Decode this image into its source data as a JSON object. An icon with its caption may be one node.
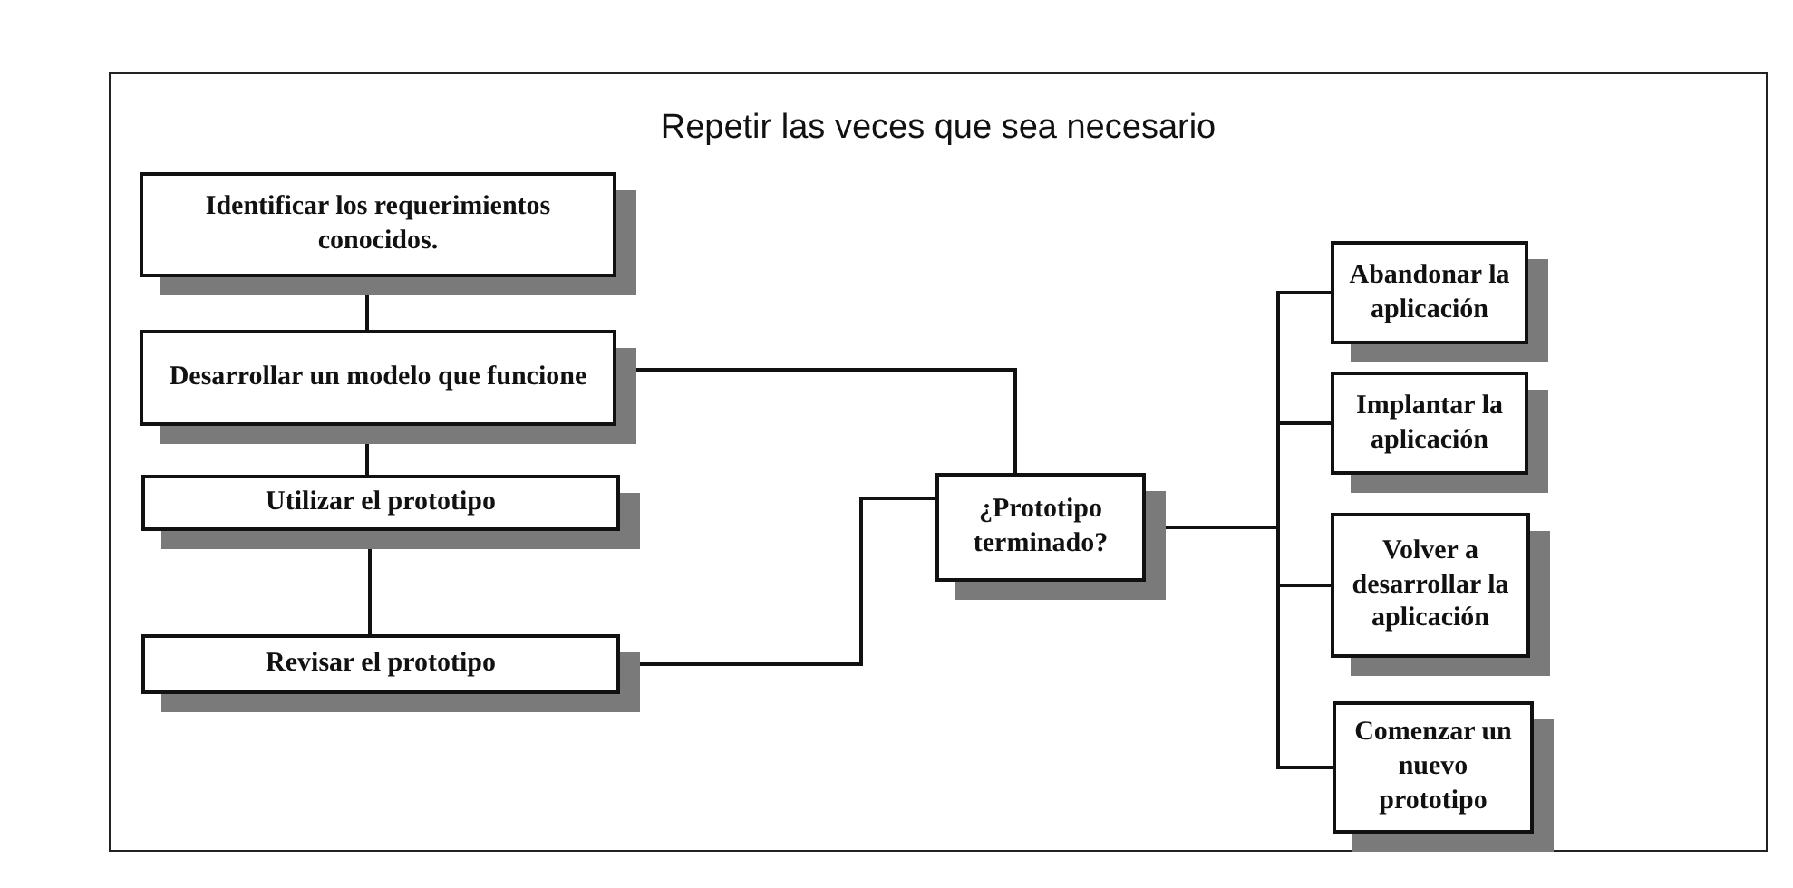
{
  "diagram": {
    "title": "Repetir las veces que sea necesario",
    "nodes": [
      {
        "text": [
          "Identificar los requerimientos conocidos."
        ]
      },
      {
        "text": [
          "Desarrollar un modelo que funcione"
        ]
      },
      {
        "text": [
          "Utilizar el prototipo"
        ]
      },
      {
        "text": [
          "Revisar el prototipo"
        ]
      },
      {
        "text": [
          "¿Prototipo terminado?"
        ]
      },
      {
        "text": [
          "Abandonar la aplicación"
        ]
      },
      {
        "text": [
          "Implantar la aplicación"
        ]
      },
      {
        "text": [
          "Volver a desarrollar la aplicación"
        ]
      },
      {
        "text": [
          "Comenzar un nuevo prototipo"
        ]
      }
    ],
    "edges": [
      {
        "from": 0,
        "to": 1,
        "arrow": "none"
      },
      {
        "from": 1,
        "to": 2,
        "arrow": "none"
      },
      {
        "from": 2,
        "to": 3,
        "arrow": "none"
      },
      {
        "from": 1,
        "to": 4,
        "arrow": "none"
      },
      {
        "from": 3,
        "to": 4,
        "arrow": "none"
      },
      {
        "from": 4,
        "to": 5,
        "arrow": "none"
      },
      {
        "from": 4,
        "to": 6,
        "arrow": "none"
      },
      {
        "from": 4,
        "to": 7,
        "arrow": "none"
      },
      {
        "from": 4,
        "to": 8,
        "arrow": "none"
      }
    ]
  }
}
